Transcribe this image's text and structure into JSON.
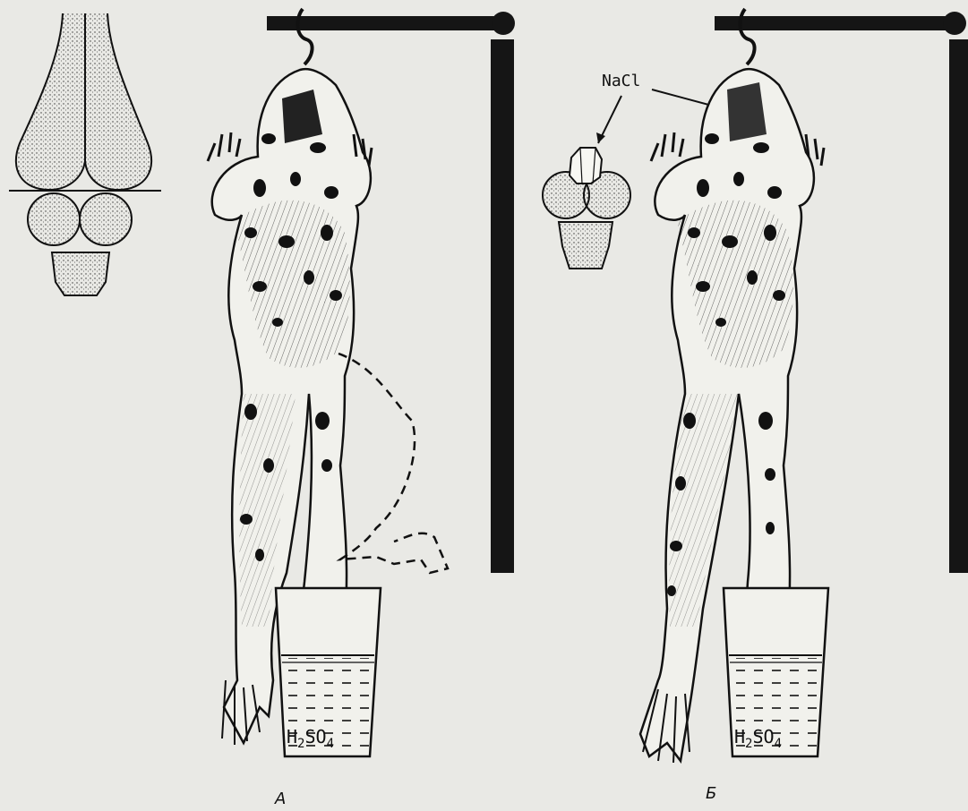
{
  "figure": {
    "panel_a": {
      "label": "А",
      "beaker_reagent": {
        "main": "H",
        "sub1": "2",
        "mid": "SO",
        "sub2": "4"
      }
    },
    "panel_b": {
      "label": "Б",
      "crystal_label": "NaCl",
      "beaker_reagent": {
        "main": "H",
        "sub1": "2",
        "mid": "SO",
        "sub2": "4"
      }
    }
  },
  "colors": {
    "ink": "#111111",
    "paper": "#e9e9e5"
  }
}
